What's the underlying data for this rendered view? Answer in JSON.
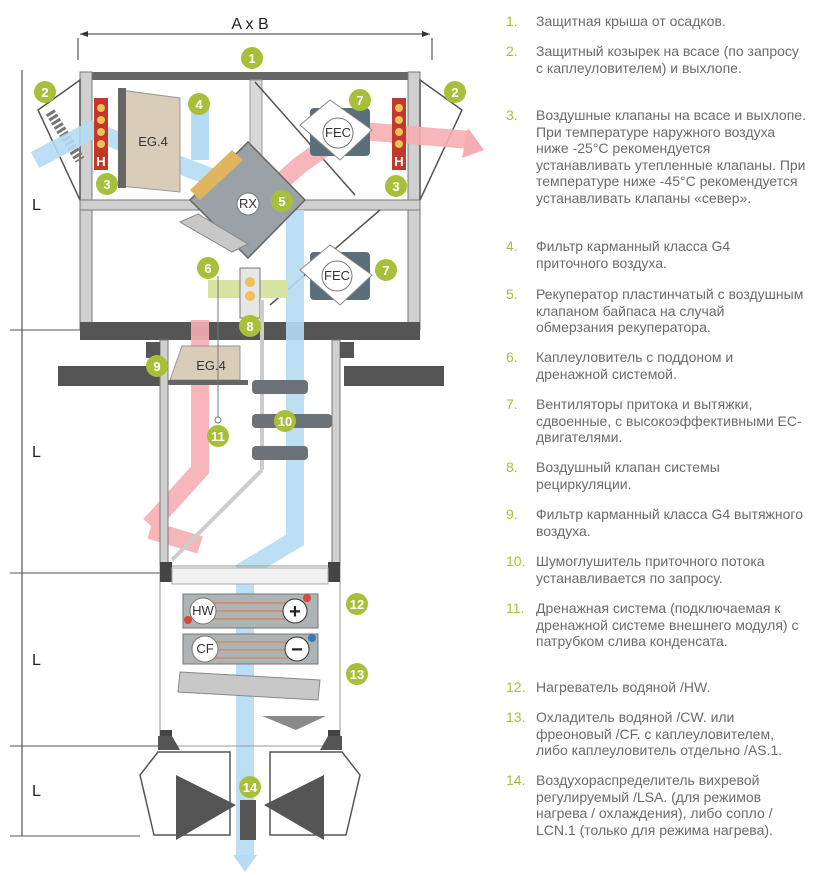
{
  "header": {
    "dimension": "A x B"
  },
  "levels": [
    "L",
    "L",
    "L",
    "L"
  ],
  "component_labels": {
    "filter_top": "EG.4",
    "filter_bottom": "EG.4",
    "recuperator": "RX",
    "fan_top": "FEC",
    "fan_bottom": "FEC",
    "heater": "HW",
    "cooler": "CF",
    "heater_sign": "+",
    "cooler_sign": "−",
    "heater_mark": "H"
  },
  "badges": [
    "1",
    "2",
    "3",
    "4",
    "5",
    "6",
    "7",
    "8",
    "9",
    "10",
    "11",
    "12",
    "13",
    "14"
  ],
  "legend": [
    {
      "num": "1.",
      "text": "Защитная крыша от осадков."
    },
    {
      "num": "2.",
      "text": "Защитный козырек на всасе (по запросу с каплеуловителем) и выхлопе."
    },
    {
      "num": "3.",
      "text": "Воздушные клапаны на всасе и выхлопе. При температуре наружного воздуха ниже -25°С рекомендуется устанавливать утепленные клапаны. При температуре ниже -45°С рекомендуется устанавливать клапаны «север»."
    },
    {
      "num": "4.",
      "text": "Фильтр карманный класса G4 приточного воздуха."
    },
    {
      "num": "5.",
      "text": "Рекуператор пластинчатый с воздушным клапаном байпаса на случай обмерзания рекуператора."
    },
    {
      "num": "6.",
      "text": "Каплеуловитель с поддоном и дренажной системой."
    },
    {
      "num": "7.",
      "text": "Вентиляторы притока и вытяжки, сдвоенные, с высокоэффективными ЕС-двигателями."
    },
    {
      "num": "8.",
      "text": "Воздушный клапан системы рециркуляции."
    },
    {
      "num": "9.",
      "text": "Фильтр карманный класса G4 вытяжного воздуха."
    },
    {
      "num": "10.",
      "text": "Шумоглушитель приточного потока устанавливается по запросу."
    },
    {
      "num": "11.",
      "text": "Дренажная система (подключаемая к дренажной системе внешнего модуля) с патрубком слива конденсата."
    },
    {
      "num": "12.",
      "text": "Нагреватель водяной /HW."
    },
    {
      "num": "13.",
      "text": "Охладитель водяной /CW. или фреоновый /CF. с каплеуловителем, либо каплеуловитель отдельно /AS.1."
    },
    {
      "num": "14.",
      "text": "Воздухораспределитель вихревой регулируемый /LSA. (для режимов нагрева / охлаждения), либо сопло / LCN.1 (только для режима нагрева)."
    }
  ],
  "colors": {
    "badge": "#a8bf3a",
    "supply_air": "#b5dcf2",
    "exhaust_air": "#f5aeb3",
    "frame": "#555555",
    "legend_text": "#6b6b6b"
  }
}
